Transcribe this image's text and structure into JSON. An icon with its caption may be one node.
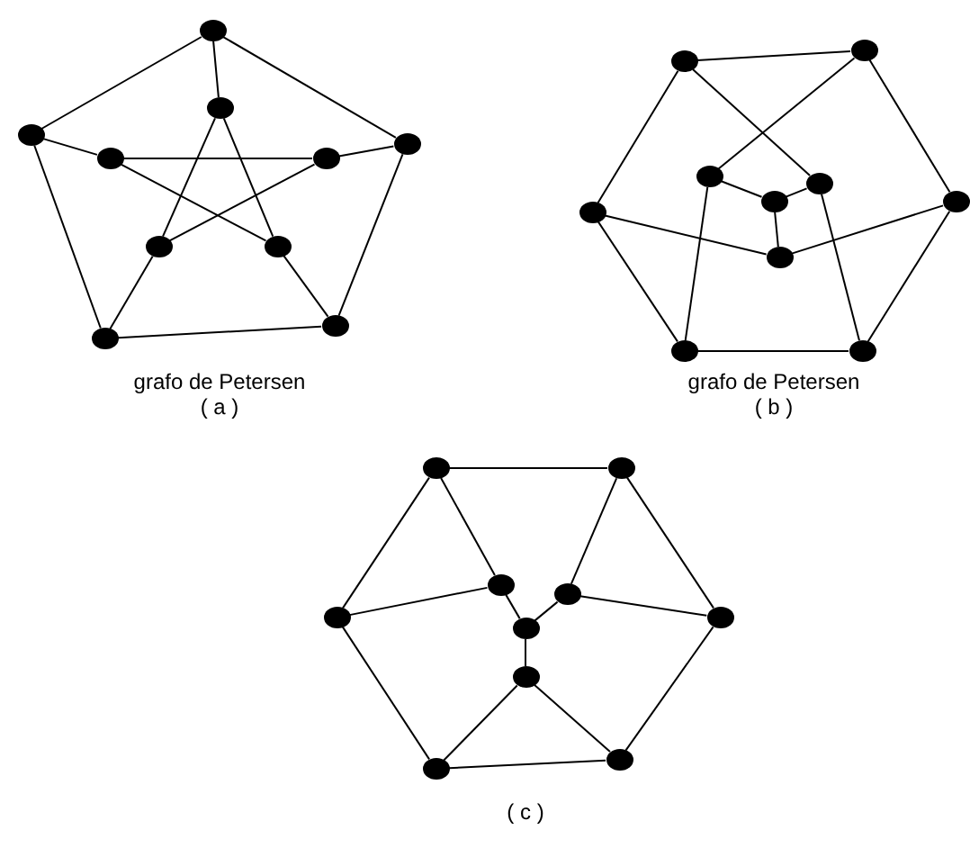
{
  "diagram": {
    "nodes": [
      {
        "text": [],
        "shape": "circle"
      },
      {
        "text": [],
        "shape": "circle"
      },
      {
        "text": [],
        "shape": "circle"
      },
      {
        "text": [],
        "shape": "circle"
      },
      {
        "text": [],
        "shape": "circle"
      },
      {
        "text": [],
        "shape": "circle"
      },
      {
        "text": [],
        "shape": "circle"
      },
      {
        "text": [],
        "shape": "circle"
      },
      {
        "text": [],
        "shape": "circle"
      },
      {
        "text": [],
        "shape": "circle"
      },
      {
        "text": [],
        "shape": "circle"
      },
      {
        "text": [],
        "shape": "circle"
      },
      {
        "text": [],
        "shape": "circle"
      },
      {
        "text": [],
        "shape": "circle"
      },
      {
        "text": [],
        "shape": "circle"
      },
      {
        "text": [],
        "shape": "circle"
      },
      {
        "text": [],
        "shape": "circle"
      },
      {
        "text": [],
        "shape": "circle"
      },
      {
        "text": [],
        "shape": "circle"
      },
      {
        "text": [],
        "shape": "circle"
      },
      {
        "text": [],
        "shape": "circle"
      },
      {
        "text": [],
        "shape": "circle"
      },
      {
        "text": [],
        "shape": "circle"
      },
      {
        "text": [],
        "shape": "circle"
      },
      {
        "text": [],
        "shape": "circle"
      },
      {
        "text": [],
        "shape": "circle"
      },
      {
        "text": [],
        "shape": "circle"
      },
      {
        "text": [],
        "shape": "circle"
      },
      {
        "text": [],
        "shape": "circle"
      },
      {
        "text": [],
        "shape": "circle"
      }
    ],
    "edges": [
      {
        "from": 0,
        "to": 2,
        "arrow": "none"
      },
      {
        "from": 0,
        "to": 3,
        "arrow": "none"
      },
      {
        "from": 2,
        "to": 9,
        "arrow": "none"
      },
      {
        "from": 3,
        "to": 8,
        "arrow": "none"
      },
      {
        "from": 9,
        "to": 8,
        "arrow": "none"
      },
      {
        "from": 0,
        "to": 1,
        "arrow": "none"
      },
      {
        "from": 2,
        "to": 4,
        "arrow": "none"
      },
      {
        "from": 3,
        "to": 5,
        "arrow": "none"
      },
      {
        "from": 9,
        "to": 6,
        "arrow": "none"
      },
      {
        "from": 8,
        "to": 7,
        "arrow": "none"
      },
      {
        "from": 1,
        "to": 6,
        "arrow": "none"
      },
      {
        "from": 1,
        "to": 7,
        "arrow": "none"
      },
      {
        "from": 4,
        "to": 5,
        "arrow": "none"
      },
      {
        "from": 4,
        "to": 7,
        "arrow": "none"
      },
      {
        "from": 5,
        "to": 6,
        "arrow": "none"
      },
      {
        "from": 11,
        "to": 10,
        "arrow": "none"
      },
      {
        "from": 11,
        "to": 14,
        "arrow": "none"
      },
      {
        "from": 10,
        "to": 15,
        "arrow": "none"
      },
      {
        "from": 14,
        "to": 18,
        "arrow": "none"
      },
      {
        "from": 15,
        "to": 19,
        "arrow": "none"
      },
      {
        "from": 18,
        "to": 19,
        "arrow": "none"
      },
      {
        "from": 11,
        "to": 13,
        "arrow": "none"
      },
      {
        "from": 10,
        "to": 12,
        "arrow": "none"
      },
      {
        "from": 12,
        "to": 16,
        "arrow": "none"
      },
      {
        "from": 13,
        "to": 16,
        "arrow": "none"
      },
      {
        "from": 17,
        "to": 16,
        "arrow": "none"
      },
      {
        "from": 14,
        "to": 17,
        "arrow": "none"
      },
      {
        "from": 15,
        "to": 17,
        "arrow": "none"
      },
      {
        "from": 12,
        "to": 18,
        "arrow": "none"
      },
      {
        "from": 13,
        "to": 19,
        "arrow": "none"
      },
      {
        "from": 20,
        "to": 21,
        "arrow": "none"
      },
      {
        "from": 20,
        "to": 24,
        "arrow": "none"
      },
      {
        "from": 21,
        "to": 25,
        "arrow": "none"
      },
      {
        "from": 24,
        "to": 29,
        "arrow": "none"
      },
      {
        "from": 25,
        "to": 28,
        "arrow": "none"
      },
      {
        "from": 29,
        "to": 28,
        "arrow": "none"
      },
      {
        "from": 20,
        "to": 22,
        "arrow": "none"
      },
      {
        "from": 21,
        "to": 23,
        "arrow": "none"
      },
      {
        "from": 24,
        "to": 22,
        "arrow": "none"
      },
      {
        "from": 25,
        "to": 23,
        "arrow": "none"
      },
      {
        "from": 22,
        "to": 26,
        "arrow": "none"
      },
      {
        "from": 23,
        "to": 26,
        "arrow": "none"
      },
      {
        "from": 26,
        "to": 27,
        "arrow": "none"
      },
      {
        "from": 27,
        "to": 29,
        "arrow": "none"
      },
      {
        "from": 27,
        "to": 28,
        "arrow": "none"
      }
    ],
    "labels": [
      "grafo de Petersen",
      "grafo de Petersen",
      "( a )",
      "( b )",
      "( c )"
    ]
  }
}
